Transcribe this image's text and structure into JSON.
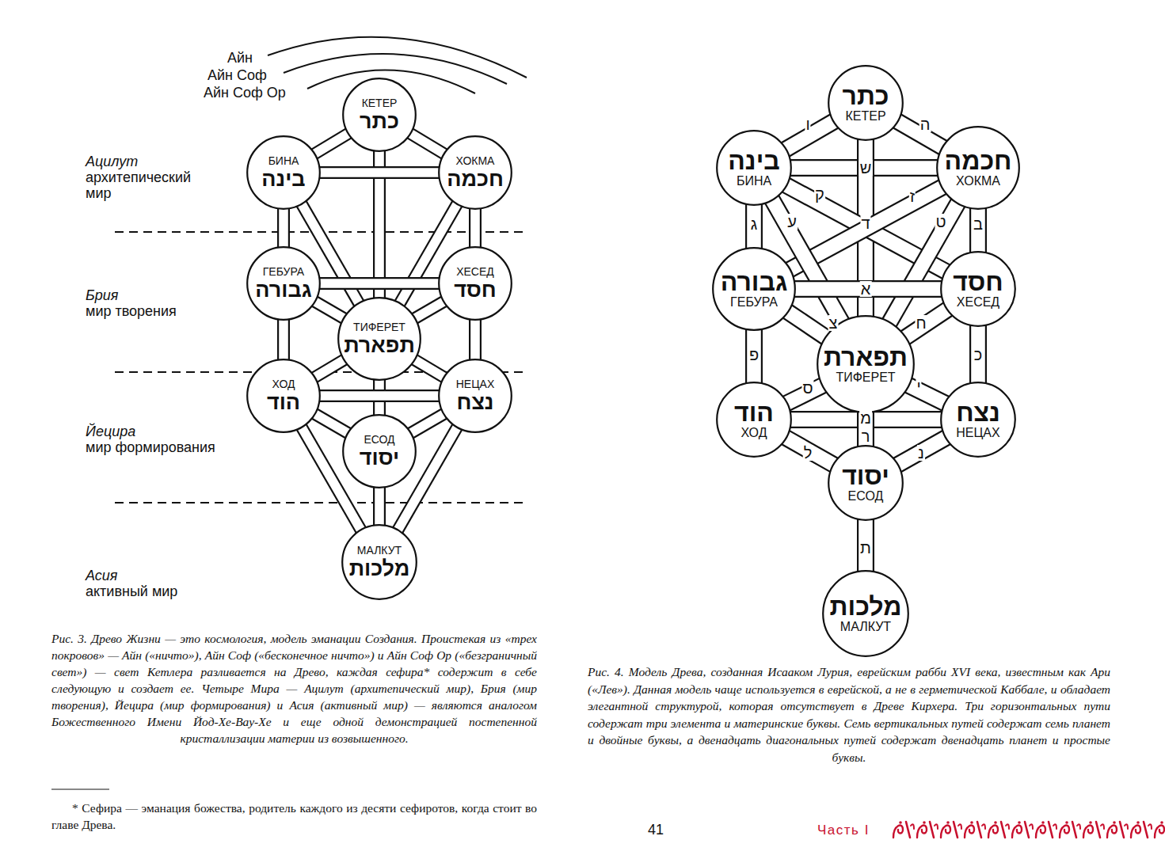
{
  "diagram": {
    "caption": "Рис. 3. Древо Жизни — это космология, модель эманации Создания. Проистекая из «трех покровов» — Айн («ничто»), Айн Соф («бесконечное ничто») и Айн Соф Ор («безграничный свет») — свет Кетлера разливается на Древо, каждая сефира* содержит в себе следующую и создает ее. Четыре Мира — Ацилут (архитепический мир), Брия (мир творения), Йецира (мир формирования) и Асия (активный мир) — являются аналогом Божественного Имени Йод-Хе-Вау-Хе и еще одной демонстрацией постепенной кристаллизации материи из возвышенного.",
    "nodes": [
      {
        "text": [
          "КЕТЕР",
          "כתר"
        ]
      },
      {
        "text": [
          "БИНА",
          "בינה"
        ]
      },
      {
        "text": [
          "ХОКМА",
          "חכמה"
        ]
      },
      {
        "text": [
          "ГЕБУРА",
          "גבורה"
        ]
      },
      {
        "text": [
          "ХЕСЕД",
          "חסד"
        ]
      },
      {
        "text": [
          "ТИФЕРЕТ",
          "תפארת"
        ]
      },
      {
        "text": [
          "ХОД",
          "הוד"
        ]
      },
      {
        "text": [
          "НЕЦАХ",
          "נצח"
        ]
      },
      {
        "text": [
          "ЕСОД",
          "יסוד"
        ]
      },
      {
        "text": [
          "МАЛКУТ",
          "מלכות"
        ]
      },
      {
        "text": [
          "כתר",
          "КЕТЕР"
        ]
      },
      {
        "text": [
          "בינה",
          "БИНА"
        ]
      },
      {
        "text": [
          "חכמה",
          "ХОКМА"
        ]
      },
      {
        "text": [
          "גבורה",
          "ГЕБУРА"
        ]
      },
      {
        "text": [
          "חסד",
          "ХЕСЕД"
        ]
      },
      {
        "text": [
          "תפארת",
          "ТИФЕРЕТ"
        ]
      },
      {
        "text": [
          "הוד",
          "ХОД"
        ]
      },
      {
        "text": [
          "נצח",
          "НЕЦАХ"
        ]
      },
      {
        "text": [
          "יסוד",
          "ЕСОД"
        ]
      },
      {
        "text": [
          "מלכות",
          "МАЛКУТ"
        ]
      }
    ],
    "edges": [
      {
        "from": 0,
        "to": 1,
        "arrow": "none"
      },
      {
        "from": 0,
        "to": 2,
        "arrow": "none"
      },
      {
        "from": 0,
        "to": 5,
        "arrow": "none"
      },
      {
        "from": 1,
        "to": 2,
        "arrow": "none"
      },
      {
        "from": 1,
        "to": 3,
        "arrow": "none"
      },
      {
        "from": 1,
        "to": 5,
        "arrow": "none"
      },
      {
        "from": 2,
        "to": 4,
        "arrow": "none"
      },
      {
        "from": 2,
        "to": 5,
        "arrow": "none"
      },
      {
        "from": 3,
        "to": 4,
        "arrow": "none"
      },
      {
        "from": 3,
        "to": 5,
        "arrow": "none"
      },
      {
        "from": 4,
        "to": 5,
        "arrow": "none"
      },
      {
        "from": 3,
        "to": 6,
        "arrow": "none"
      },
      {
        "from": 4,
        "to": 7,
        "arrow": "none"
      },
      {
        "from": 5,
        "to": 6,
        "arrow": "none"
      },
      {
        "from": 5,
        "to": 7,
        "arrow": "none"
      },
      {
        "from": 5,
        "to": 8,
        "arrow": "none"
      },
      {
        "from": 6,
        "to": 7,
        "arrow": "none"
      },
      {
        "from": 6,
        "to": 8,
        "arrow": "none"
      },
      {
        "from": 7,
        "to": 8,
        "arrow": "none"
      },
      {
        "from": 6,
        "to": 9,
        "arrow": "none"
      },
      {
        "from": 7,
        "to": 9,
        "arrow": "none"
      },
      {
        "from": 8,
        "to": 9,
        "arrow": "none"
      },
      {
        "from": 10,
        "to": 11,
        "arrow": "none",
        "label": "ו"
      },
      {
        "from": 10,
        "to": 12,
        "arrow": "none",
        "label": "ה"
      },
      {
        "from": 11,
        "to": 12,
        "arrow": "none",
        "label": "ש"
      },
      {
        "from": 10,
        "to": 15,
        "arrow": "none",
        "label": "ד"
      },
      {
        "from": 11,
        "to": 14,
        "arrow": "none",
        "label": "ק"
      },
      {
        "from": 12,
        "to": 13,
        "arrow": "none",
        "label": "ז"
      },
      {
        "from": 11,
        "to": 15,
        "arrow": "none",
        "label": "ע"
      },
      {
        "from": 12,
        "to": 15,
        "arrow": "none",
        "label": "ט"
      },
      {
        "from": 11,
        "to": 13,
        "arrow": "none",
        "label": "ג"
      },
      {
        "from": 12,
        "to": 14,
        "arrow": "none",
        "label": "ב"
      },
      {
        "from": 13,
        "to": 14,
        "arrow": "none",
        "label": "א"
      },
      {
        "from": 13,
        "to": 15,
        "arrow": "none",
        "label": "צ"
      },
      {
        "from": 14,
        "to": 15,
        "arrow": "none",
        "label": "ח"
      },
      {
        "from": 13,
        "to": 16,
        "arrow": "none",
        "label": "פ"
      },
      {
        "from": 14,
        "to": 17,
        "arrow": "none",
        "label": "כ"
      },
      {
        "from": 15,
        "to": 16,
        "arrow": "none",
        "label": "ס"
      },
      {
        "from": 15,
        "to": 17,
        "arrow": "none",
        "label": "י"
      },
      {
        "from": 16,
        "to": 17,
        "arrow": "none",
        "label": "מ"
      },
      {
        "from": 15,
        "to": 18,
        "arrow": "none",
        "label": "ר"
      },
      {
        "from": 16,
        "to": 18,
        "arrow": "none",
        "label": "ל"
      },
      {
        "from": 17,
        "to": 18,
        "arrow": "none",
        "label": "נ"
      },
      {
        "from": 18,
        "to": 19,
        "arrow": "none",
        "label": "ת"
      }
    ],
    "labels": [
      "Айн",
      "Айн Соф",
      "Айн Соф Ор",
      "Ацилут",
      "архитепический мир",
      "Брия",
      "мир творения",
      "Йецира",
      "мир формирования",
      "Асия",
      "активный мир",
      "Рис. 4. Модель Древа, созданная Исааком Лурия, еврейским рабби XVI века, известным как Ари («Лев»). Данная модель чаще используется в еврейской, а не в герметической Каббале, и обладает элегантной структурой, которая отсутствует в Древе Кирхера. Три горизонтальных пути содержат три элемента и материнские буквы. Семь вертикальных путей содержат семь планет и двойные буквы, а двенадцать диагональных путей содержат двенадцать планет и простые буквы.",
      "* Сефира — эманация божества, родитель каждого из десяти сефиротов, когда стоит во главе Древа.",
      "41",
      "Часть I"
    ]
  }
}
